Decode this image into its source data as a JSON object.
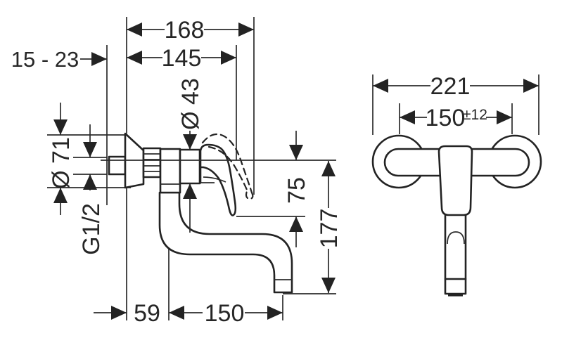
{
  "drawing": {
    "type": "technical-dimension-drawing",
    "subject": "wall-mounted single-lever mixer tap, side view and front view",
    "colors": {
      "background": "#ffffff",
      "line": "#232323",
      "text": "#262626"
    },
    "labels": {
      "total_depth": "168",
      "spout_depth": "145",
      "wall_range": "15 - 23",
      "cartridge_diameter": "Ø 43",
      "escutcheon_diameter": "Ø 71",
      "thread_size": "G1/2",
      "lever_drop": "75",
      "total_drop": "177",
      "wall_to_spout_axis": "59",
      "spout_axis_span": "150",
      "total_width": "221",
      "connection_centers": "150",
      "connection_tolerance": "±12"
    }
  }
}
